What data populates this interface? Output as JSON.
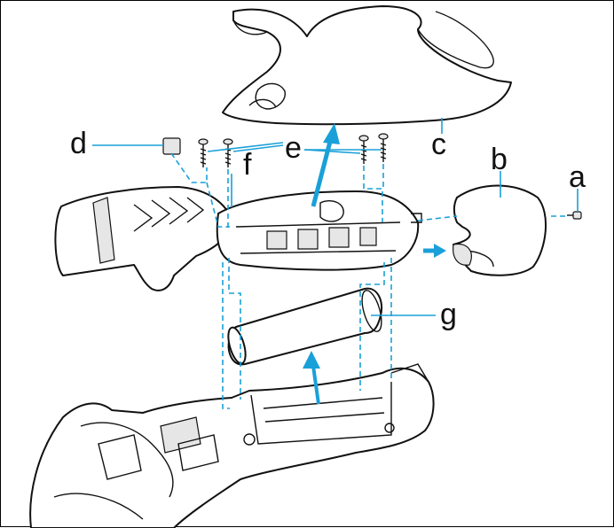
{
  "labels": {
    "a": "a",
    "b": "b",
    "c": "c",
    "d": "d",
    "e": "e",
    "f": "f",
    "g": "g"
  },
  "colors": {
    "leader": "#1aa0d8",
    "outline": "#111111",
    "background": "#ffffff"
  }
}
